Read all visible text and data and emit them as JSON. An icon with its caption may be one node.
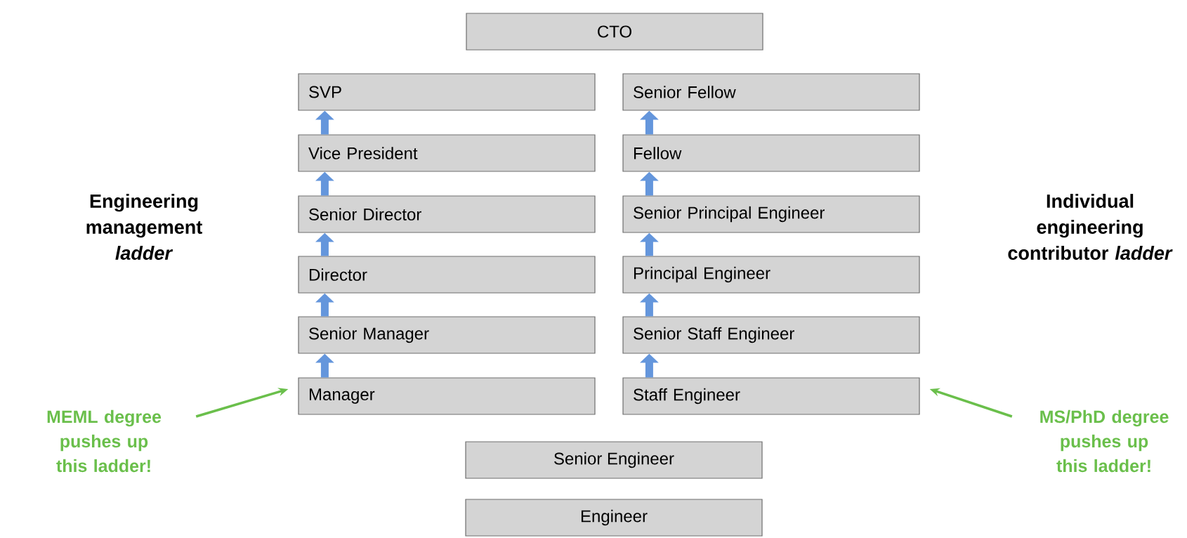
{
  "diagram": {
    "nodes": [
      {
        "text": [
          "CTO"
        ]
      },
      {
        "text": [
          "SVP"
        ]
      },
      {
        "text": [
          "Senior Fellow"
        ]
      },
      {
        "text": [
          "Vice President"
        ]
      },
      {
        "text": [
          "Fellow"
        ]
      },
      {
        "text": [
          "Senior Director"
        ]
      },
      {
        "text": [
          "Senior Principal Engineer"
        ]
      },
      {
        "text": [
          "Director"
        ]
      },
      {
        "text": [
          "Principal Engineer"
        ]
      },
      {
        "text": [
          "Senior Manager"
        ]
      },
      {
        "text": [
          "Senior Staff Engineer"
        ]
      },
      {
        "text": [
          "Manager"
        ]
      },
      {
        "text": [
          "Staff Engineer"
        ]
      },
      {
        "text": [
          "MEML degree pushes up this ladder!"
        ]
      },
      {
        "text": [
          "MS/PhD degree pushes up this ladder!"
        ]
      },
      {
        "text": [
          "Senior Engineer"
        ]
      },
      {
        "text": [
          "Engineer"
        ]
      }
    ],
    "edges": [
      {
        "from": 3,
        "to": 1,
        "arrow": "to"
      },
      {
        "from": 5,
        "to": 3,
        "arrow": "to"
      },
      {
        "from": 7,
        "to": 5,
        "arrow": "to"
      },
      {
        "from": 9,
        "to": 7,
        "arrow": "to"
      },
      {
        "from": 11,
        "to": 9,
        "arrow": "to"
      },
      {
        "from": 4,
        "to": 2,
        "arrow": "to"
      },
      {
        "from": 6,
        "to": 4,
        "arrow": "to"
      },
      {
        "from": 8,
        "to": 6,
        "arrow": "to"
      },
      {
        "from": 10,
        "to": 8,
        "arrow": "to"
      },
      {
        "from": 12,
        "to": 10,
        "arrow": "to"
      },
      {
        "from": 13,
        "to": 11,
        "arrow": "to",
        "color": "#6abf4b"
      },
      {
        "from": 14,
        "to": 12,
        "arrow": "to",
        "color": "#6abf4b"
      }
    ],
    "labels": [
      "Engineering management *ladder*",
      "Individual engineering contributor *ladder*"
    ]
  }
}
